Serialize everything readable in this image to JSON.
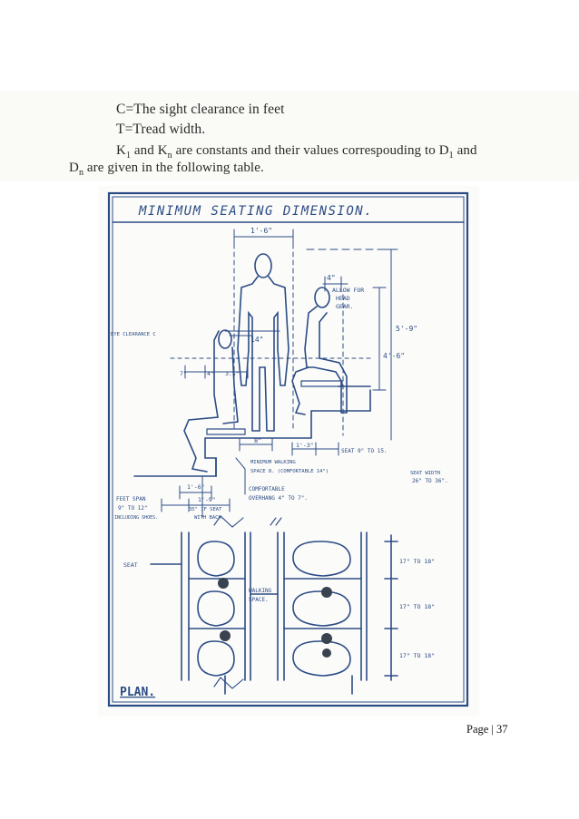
{
  "intro": {
    "line1": "C=The sight clearance in feet",
    "line2": "T=Tread width.",
    "line3_a": "K",
    "line3_sub1": "1",
    "line3_b": " and K",
    "line3_sub2": "n",
    "line3_c": " are constants and  their values correspouding  to D",
    "line3_sub3": "1",
    "line3_d": " and",
    "line4_a": "D",
    "line4_sub": "n",
    "line4_b": " are given in the following table."
  },
  "figure": {
    "title": "MINIMUM  SEATING  DIMENSION.",
    "labels": {
      "top_width": "1'-6\"",
      "allow_head": "4\"",
      "allow_for": "ALLOW FOR",
      "head": "HEAD",
      "gear": "GEAR.",
      "height_59": "5'-9\"",
      "height_46": "4'-6\"",
      "eye_clearance": "EYE CLEARANCE C",
      "width_14": "14\"",
      "dim_7": "7\"",
      "dim_4": "4\"",
      "dim_35": "3.5\"",
      "dim_8": "8\"",
      "dim_13": "1'-3\"",
      "seat_range": "SEAT 9\" TO 15.",
      "min_walking": "MINIMUM WALKING",
      "space_comfortable": "SPACE 8. (COMFORTABLE 14\")",
      "seat_width": "SEAT WIDTH",
      "seat_width_range": "26\" TO 36\".",
      "dim_16": "1'-6\"",
      "dim_19": "1'-9\"",
      "comfortable": "COMFORTABLE",
      "overhang": "OVERHANG 4\" TO 7\".",
      "feet_span": "FEET SPAN",
      "feet_range": "9\" TO 12\"",
      "including_shoes": "INCLUDING SHOES.",
      "seat_35": "35\" IF SEAT",
      "with_back": "WITH BACK.",
      "seat": "SEAT",
      "walking": "WALKING",
      "space": "SPACE.",
      "r1": "17\" TO 18\"",
      "r2": "17\" TO 18\"",
      "r3": "17\" TO 18\"",
      "plan": "PLAN."
    }
  },
  "page_label": "Page | 37",
  "colors": {
    "ink": "#2c4c86",
    "text": "#2a2a2a"
  }
}
